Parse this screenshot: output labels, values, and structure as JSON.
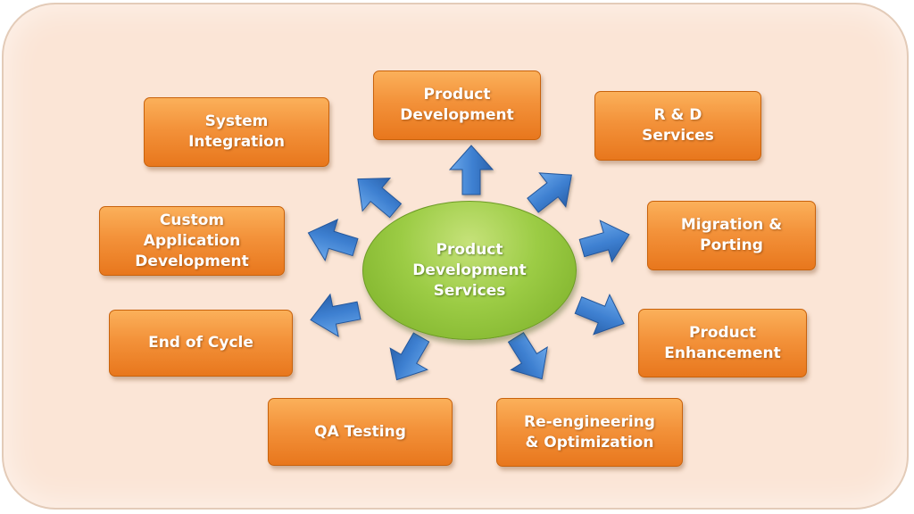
{
  "diagram": {
    "center": {
      "label": "Product\nDevelopment\nServices"
    },
    "nodes": [
      {
        "id": "product-development",
        "label": "Product\nDevelopment"
      },
      {
        "id": "system-integration",
        "label": "System\nIntegration"
      },
      {
        "id": "rd-services",
        "label": "R & D\nServices"
      },
      {
        "id": "custom-application-development",
        "label": "Custom\nApplication\nDevelopment"
      },
      {
        "id": "migration-porting",
        "label": "Migration &\nPorting"
      },
      {
        "id": "end-of-cycle",
        "label": "End of Cycle"
      },
      {
        "id": "product-enhancement",
        "label": "Product\nEnhancement"
      },
      {
        "id": "qa-testing",
        "label": "QA Testing"
      },
      {
        "id": "reengineering-optimization",
        "label": "Re-engineering\n& Optimization"
      }
    ]
  },
  "colors": {
    "background_panel": "#fbe5d6",
    "node_fill": "#f3923a",
    "center_fill": "#9ccc45",
    "arrow_fill": "#3d7fd0"
  }
}
